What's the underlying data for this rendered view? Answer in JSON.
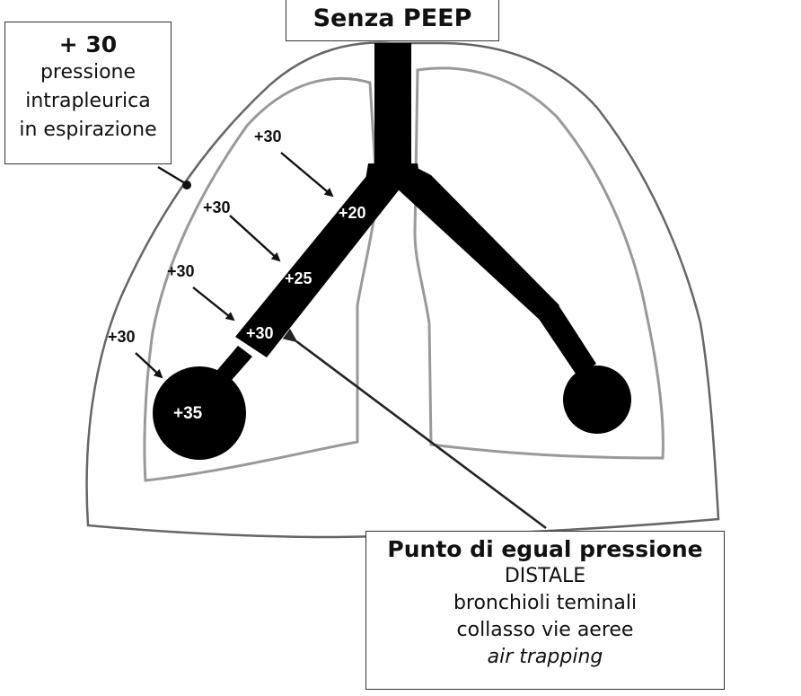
{
  "title": "Senza PEEP",
  "pleural_box": {
    "value": "+ 30",
    "lines": [
      "pressione",
      "intrapleurica",
      "in espirazione"
    ]
  },
  "airway_labels": {
    "p20": "+20",
    "p25": "+25",
    "p30": "+30",
    "alveolus": "+35"
  },
  "pleural_arrows": [
    "+30",
    "+30",
    "+30",
    "+30"
  ],
  "epp_box": {
    "heading": "Punto di egual pressione",
    "line1": "DISTALE",
    "line2": "bronchioli teminali",
    "line3": "collasso vie aeree",
    "line4": "air trapping"
  }
}
